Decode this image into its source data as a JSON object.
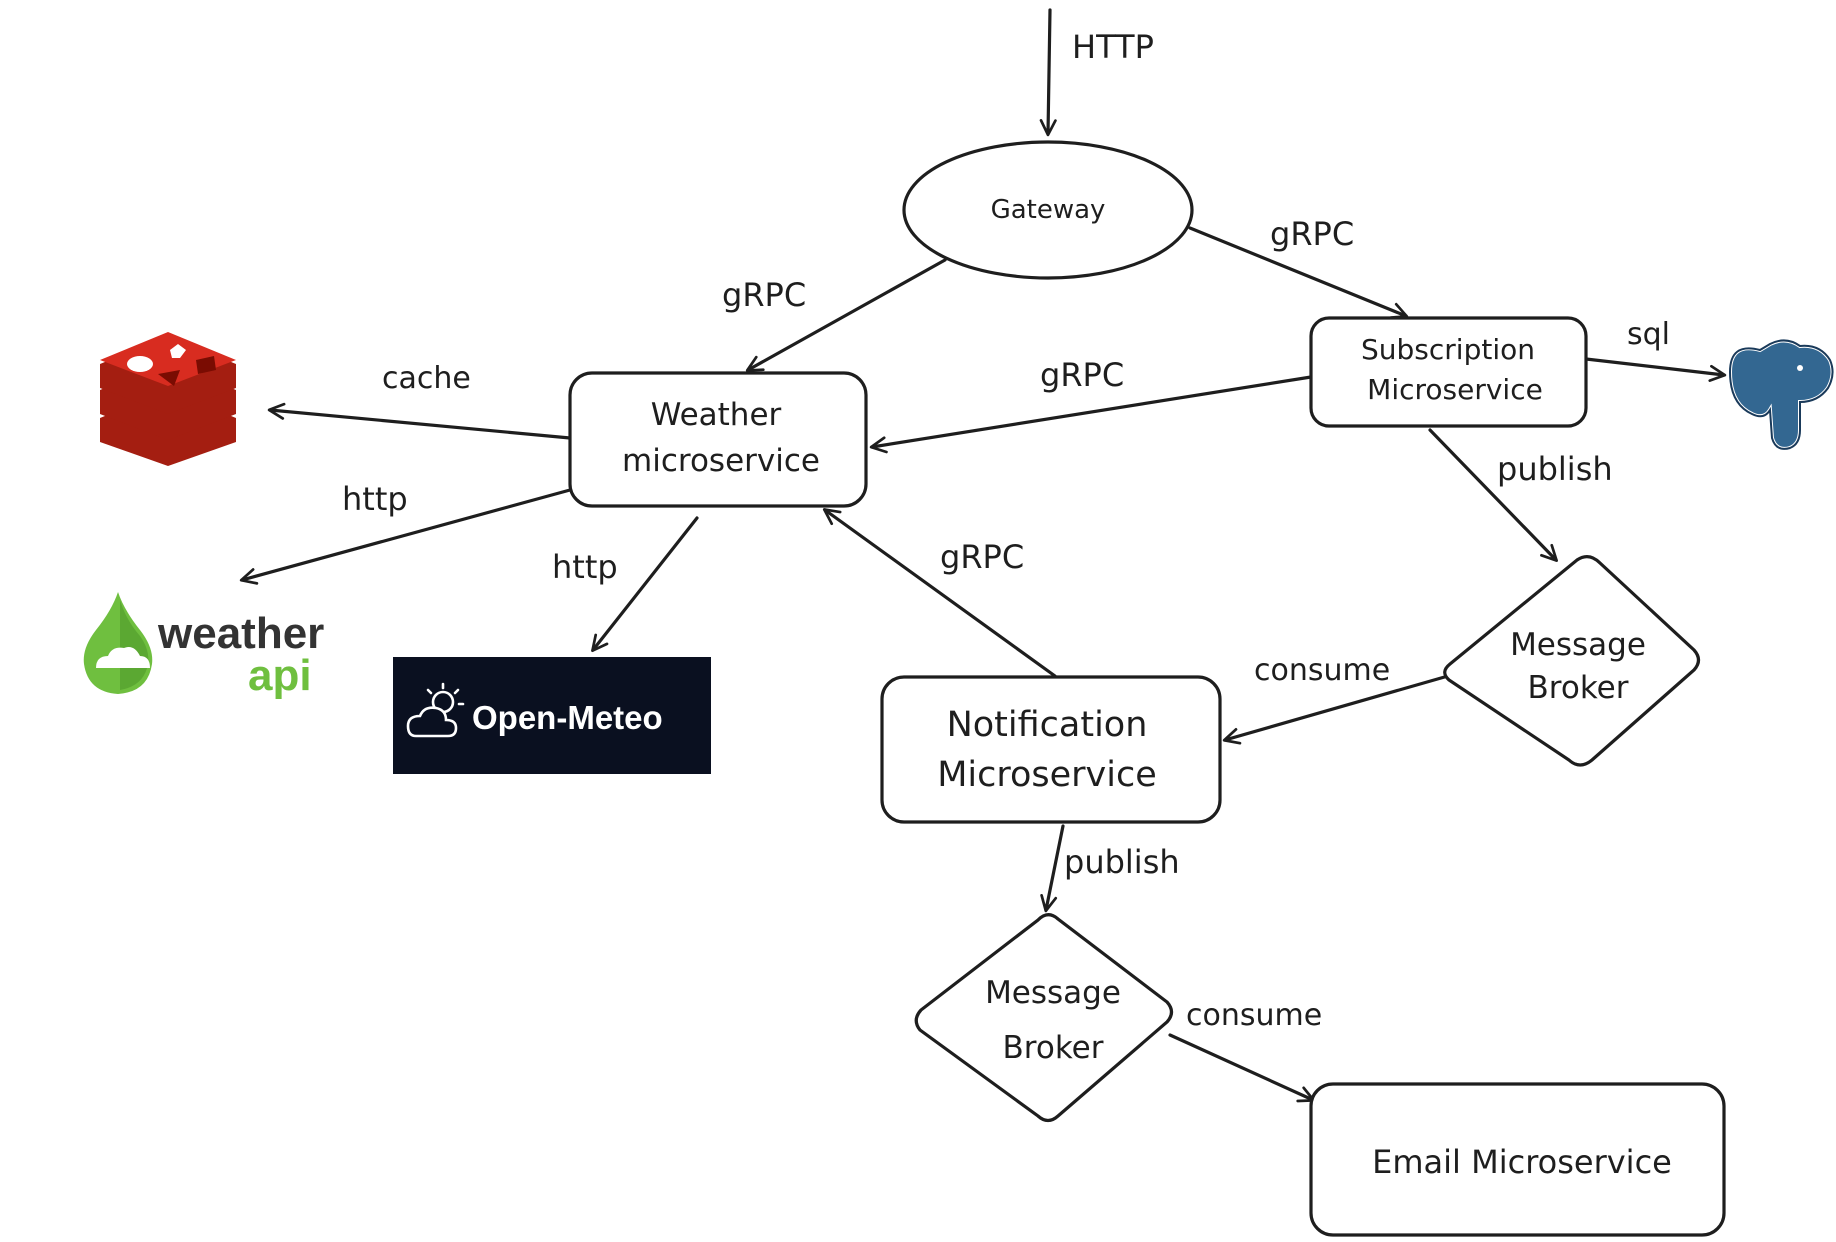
{
  "nodes": {
    "gateway": "Gateway",
    "weather_1": "Weather",
    "weather_2": "microservice",
    "subscription_1": "Subscription",
    "subscription_2": "Microservice",
    "notification_1": "Notification",
    "notification_2": "Microservice",
    "broker1_1": "Message",
    "broker1_2": "Broker",
    "broker2_1": "Message",
    "broker2_2": "Broker",
    "email": "Email Microservice"
  },
  "edges": {
    "http_in": "HTTP",
    "gw_weather": "gRPC",
    "gw_subscription": "gRPC",
    "sub_weather": "gRPC",
    "notif_weather": "gRPC",
    "cache": "cache",
    "http_weatherapi": "http",
    "http_openmeteo": "http",
    "sql": "sql",
    "sub_publish": "publish",
    "broker1_consume": "consume",
    "notif_publish": "publish",
    "broker2_consume": "consume"
  },
  "logos": {
    "redis_icon": "redis-icon",
    "postgres_icon": "postgresql-icon",
    "weatherapi_1": "weather",
    "weatherapi_2": "api",
    "openmeteo": "Open-Meteo"
  },
  "colors": {
    "stroke": "#1e1e1e",
    "redis": "#d82c20",
    "postgres": "#336791",
    "weatherapi_green": "#6fbf3f",
    "openmeteo_bg": "#0a1020"
  }
}
